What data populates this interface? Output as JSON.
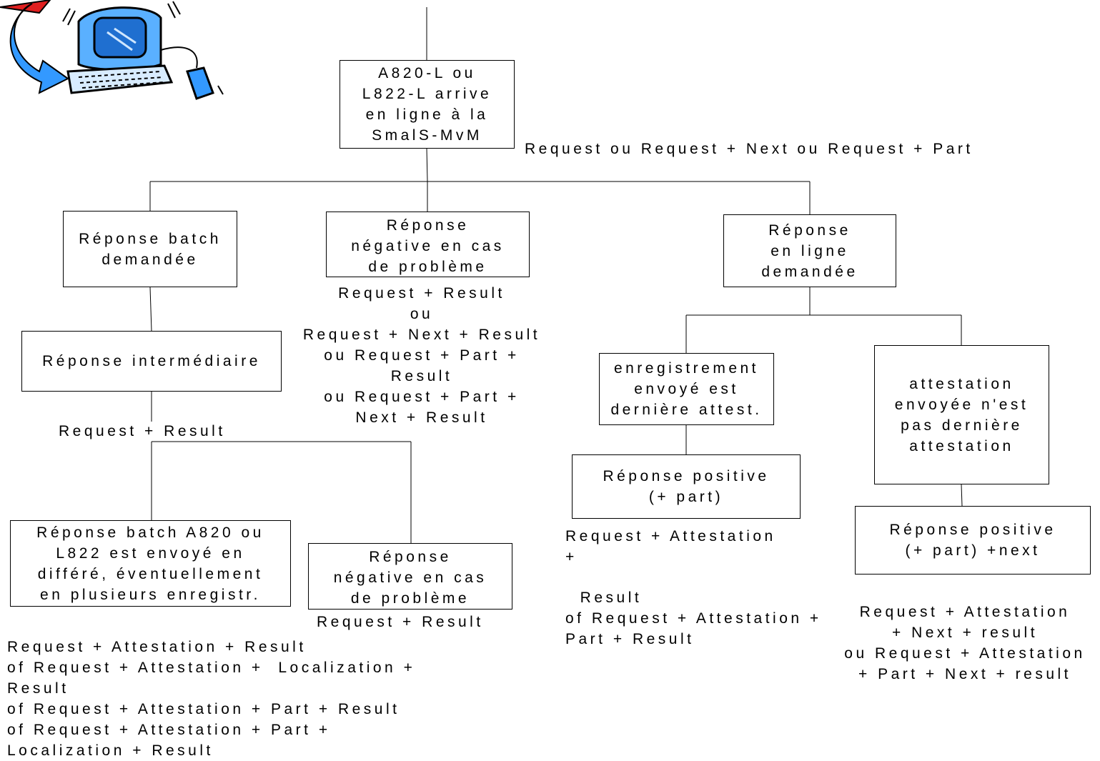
{
  "boxes": {
    "root": "A820-L ou\nL822-L arrive\nen ligne à la\nSmalS-MvM",
    "batch_requested": "Réponse batch\ndemandée",
    "negative_top": "Réponse\nnégative en cas\nde problème",
    "online_requested": "Réponse\nen ligne\ndemandée",
    "intermediate": "Réponse intermédiaire",
    "batch_deferred": "Réponse batch A820 ou\nL822 est envoyé en\ndifféré, éventuellement\nen plusieurs enregistr.",
    "negative_bottom": "Réponse\nnégative en cas\nde problème",
    "record_last": "enregistrement\nenvoyé est\ndernière attest.",
    "not_last": "attestation\nenvoyée n'est\npas dernière\nattestation",
    "positive_part": "Réponse positive\n(+ part)",
    "positive_part_next": "Réponse positive\n(+ part) +next"
  },
  "labels": {
    "root_request": "Request ou Request + Next ou Request + Part",
    "negative_top_results": "Request + Result\nou\nRequest + Next + Result\nou Request + Part +\nResult\nou Request + Part +\nNext + Result",
    "intermediate_result": "Request + Result",
    "negative_bottom_result": "Request + Result",
    "batch_results": "Request + Attestation + Result\nof Request + Attestation +  Localization +\nResult\nof Request + Attestation + Part + Result\nof Request + Attestation + Part +\nLocalization + Result",
    "positive_part_results_a": "Request + Attestation\n+",
    "positive_part_results_b": "  Result\nof Request + Attestation +\nPart + Result",
    "positive_next_results": "Request + Attestation\n+ Next + result\nou Request + Attestation\n+ Part + Next + result"
  },
  "colors": {
    "line": "#000000",
    "clipart_blue": "#3399ff",
    "clipart_red": "#e02020"
  },
  "icons": [
    "computer-clipart-icon"
  ]
}
